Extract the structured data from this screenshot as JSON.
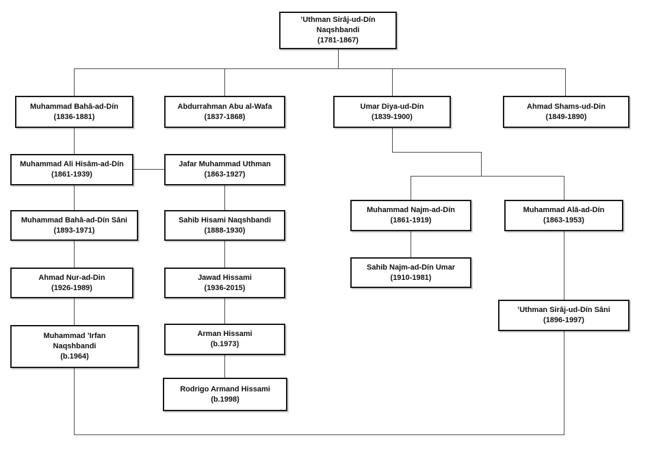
{
  "colors": {
    "background": "#ffffff",
    "box_fill": "#ffffff",
    "box_border": "#1a1a1a",
    "connector_line": "#4d4d4d",
    "text": "#111111"
  },
  "tree": {
    "nodes": {
      "root": {
        "name": "’Uthman Sirâj-ud-Dín Naqshbandi",
        "years": "(1781-1867)"
      },
      "baha": {
        "name": "Muhammad Bahâ-ad-Dín",
        "years": "(1836-1881)"
      },
      "abdurrahman": {
        "name": "Abdurrahman Abu al-Wafa",
        "years": "(1837-1868)"
      },
      "umar": {
        "name": "Umar Diya-ud-Dín",
        "years": "(1839-1900)"
      },
      "ahmad_shams": {
        "name": "Ahmad Shams-ud-Din",
        "years": "(1849-1890)"
      },
      "hisam": {
        "name": "Muhammad Ali Hisâm-ad-Dín",
        "years": "(1861-1939)"
      },
      "jafar": {
        "name": "Jafar Muhammad Uthman",
        "years": "(1863-1927)"
      },
      "baha_sani": {
        "name": "Muhammad Bahâ-ad-Dín Sâni",
        "years": "(1893-1971)"
      },
      "sahib_hisami": {
        "name": "Sahib Hisami Naqshbandi",
        "years": "(1888-1930)"
      },
      "najm": {
        "name": "Muhammad Najm-ad-Dín",
        "years": "(1861-1919)"
      },
      "ala": {
        "name": "Muhammad Alâ-ad-Dín",
        "years": "(1863-1953)"
      },
      "nur": {
        "name": "Ahmad Nur-ad-Din",
        "years": "(1926-1989)"
      },
      "jawad": {
        "name": "Jawad Hissami",
        "years": "(1936-2015)"
      },
      "sahib_najm": {
        "name": "Sahib Najm-ad-Dín Umar",
        "years": "(1910-1981)"
      },
      "uthman_sani": {
        "name": "’Uthman Sirâj-ud-Dín Sâni",
        "years": "(1896-1997)"
      },
      "irfan": {
        "name": "Muhammad ’Irfan Naqshbandi",
        "years": "(b.1964)"
      },
      "arman": {
        "name": "Arman Hissami",
        "years": "(b.1973)"
      },
      "rodrigo": {
        "name": "Rodrigo Armand Hissami",
        "years": "(b.1998)"
      }
    },
    "edges": [
      {
        "from": "root",
        "to": "baha",
        "type": "descent"
      },
      {
        "from": "root",
        "to": "abdurrahman",
        "type": "descent"
      },
      {
        "from": "root",
        "to": "umar",
        "type": "descent"
      },
      {
        "from": "root",
        "to": "ahmad_shams",
        "type": "descent"
      },
      {
        "from": "baha",
        "to": "hisam",
        "type": "descent"
      },
      {
        "from": "hisam",
        "to": "jafar",
        "type": "lateral-link"
      },
      {
        "from": "hisam",
        "to": "baha_sani",
        "type": "descent"
      },
      {
        "from": "jafar",
        "to": "sahib_hisami",
        "type": "descent"
      },
      {
        "from": "umar",
        "to": "najm",
        "type": "descent"
      },
      {
        "from": "umar",
        "to": "ala",
        "type": "descent"
      },
      {
        "from": "baha_sani",
        "to": "nur",
        "type": "descent"
      },
      {
        "from": "sahib_hisami",
        "to": "jawad",
        "type": "descent"
      },
      {
        "from": "najm",
        "to": "sahib_najm",
        "type": "descent"
      },
      {
        "from": "ala",
        "to": "uthman_sani",
        "type": "descent"
      },
      {
        "from": "nur",
        "to": "irfan",
        "type": "descent"
      },
      {
        "from": "jawad",
        "to": "arman",
        "type": "descent"
      },
      {
        "from": "arman",
        "to": "rodrigo",
        "type": "descent"
      },
      {
        "from": "uthman_sani",
        "to": "irfan",
        "type": "bottom-link"
      }
    ]
  }
}
